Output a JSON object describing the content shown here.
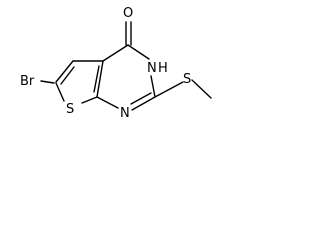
{
  "molecule": {
    "atoms": {
      "bromine": "Br",
      "oxygen": "O",
      "ring_nitrogen_h": "N",
      "ring_nitrogen_h_hydrogen": "H",
      "ring_nitrogen": "N",
      "thiophene_sulfur": "S",
      "thioether_sulfur": "S"
    }
  }
}
